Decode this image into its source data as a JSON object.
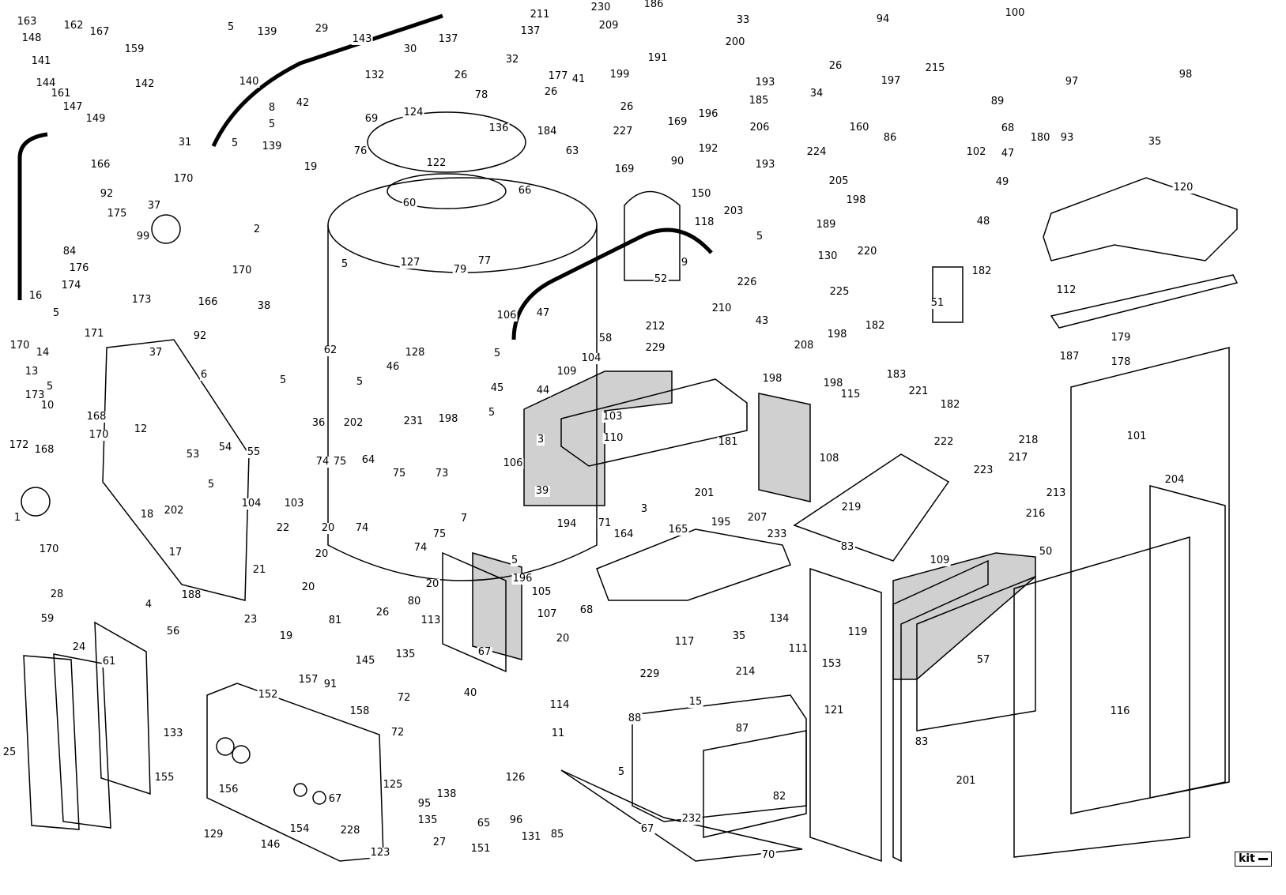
{
  "title": "Exploded parts diagram",
  "kit_badge": "kit",
  "colors": {
    "line": "#000000",
    "panel_fill": "#d0d0d0"
  },
  "labels": [
    "163",
    "162",
    "167",
    "148",
    "159",
    "141",
    "144",
    "142",
    "161",
    "147",
    "149",
    "5",
    "139",
    "140",
    "143",
    "29",
    "30",
    "137",
    "137",
    "211",
    "230",
    "186",
    "209",
    "33",
    "200",
    "191",
    "199",
    "41",
    "177",
    "26",
    "32",
    "26",
    "132",
    "42",
    "8",
    "5",
    "69",
    "124",
    "78",
    "136",
    "184",
    "76",
    "139",
    "5",
    "31",
    "170",
    "19",
    "122",
    "63",
    "66",
    "60",
    "166",
    "92",
    "37",
    "2",
    "175",
    "99",
    "84",
    "176",
    "174",
    "16",
    "170",
    "5",
    "127",
    "79",
    "77",
    "38",
    "166",
    "173",
    "5",
    "171",
    "170",
    "14",
    "92",
    "37",
    "62",
    "13",
    "106",
    "106",
    "58",
    "47",
    "104",
    "229",
    "212",
    "52",
    "210",
    "226",
    "43",
    "118",
    "9",
    "5",
    "130",
    "220",
    "225",
    "150",
    "203",
    "189",
    "205",
    "224",
    "193",
    "185",
    "206",
    "196",
    "192",
    "193",
    "169",
    "227",
    "26",
    "90",
    "169",
    "34",
    "26",
    "160",
    "86",
    "94",
    "100",
    "215",
    "197",
    "89",
    "68",
    "180",
    "47",
    "102",
    "49",
    "198",
    "48",
    "182",
    "51",
    "182",
    "183",
    "97",
    "98",
    "93",
    "35",
    "120",
    "112",
    "179",
    "178",
    "187",
    "101",
    "204",
    "198",
    "208",
    "198",
    "198",
    "115",
    "221",
    "182",
    "218",
    "222",
    "217",
    "223",
    "213",
    "216",
    "50",
    "219",
    "83",
    "109",
    "108",
    "181",
    "103",
    "110",
    "109",
    "44",
    "45",
    "46",
    "128",
    "231",
    "198",
    "5",
    "5",
    "3",
    "3",
    "39",
    "201",
    "207",
    "194",
    "71",
    "165",
    "164",
    "195",
    "233",
    "196",
    "5",
    "105",
    "68",
    "134",
    "111",
    "119",
    "153",
    "35",
    "117",
    "214",
    "229",
    "20",
    "107",
    "113",
    "67",
    "114",
    "88",
    "15",
    "87",
    "121",
    "57",
    "116",
    "83",
    "201",
    "82",
    "232",
    "5",
    "67",
    "70",
    "85",
    "11",
    "40",
    "126",
    "96",
    "131",
    "65",
    "27",
    "151",
    "138",
    "125",
    "72",
    "72",
    "158",
    "145",
    "135",
    "157",
    "91",
    "152",
    "133",
    "155",
    "156",
    "129",
    "146",
    "154",
    "67",
    "228",
    "95",
    "135",
    "123",
    "59",
    "24",
    "61",
    "25",
    "56",
    "23",
    "19",
    "21",
    "20",
    "20",
    "20",
    "22",
    "103",
    "104",
    "74",
    "75",
    "64",
    "75",
    "73",
    "74",
    "74",
    "75",
    "7",
    "20",
    "26",
    "80",
    "81",
    "188",
    "4",
    "17",
    "18",
    "202",
    "5",
    "28",
    "170",
    "1",
    "172",
    "168",
    "173",
    "10",
    "5",
    "168",
    "170",
    "12",
    "6",
    "5",
    "55",
    "53",
    "54",
    "36",
    "5",
    "202"
  ]
}
